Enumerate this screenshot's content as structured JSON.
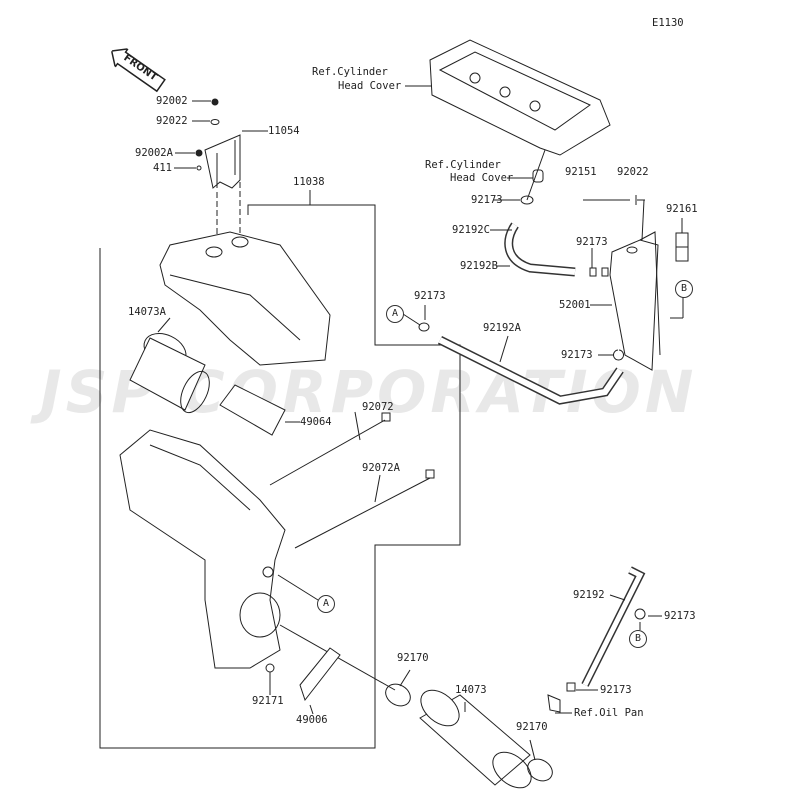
{
  "diagram_code": "E1130",
  "front_badge": "FRONT",
  "watermark": "JSP CORPORATION",
  "labels": {
    "ref_head_cover_top_1": "Ref.Cylinder",
    "ref_head_cover_top_2": "Head Cover",
    "p92002": "92002",
    "p92022a": "92022",
    "p92002A": "92002A",
    "p411": "411",
    "p11054": "11054",
    "p11038": "11038",
    "p14073A": "14073A",
    "p49064": "49064",
    "p92072": "92072",
    "p92072A": "92072A",
    "ref_head_cover_mid_1": "Ref.Cylinder",
    "ref_head_cover_mid_2": "Head Cover",
    "p92151": "92151",
    "p92022b": "92022",
    "p92161": "92161",
    "p92173a": "92173",
    "p92192C": "92192C",
    "p92173b": "92173",
    "p92192B": "92192B",
    "p52001": "52001",
    "p92173c": "92173",
    "p92192A": "92192A",
    "p92173d": "92173",
    "p92192": "92192",
    "p92173e": "92173",
    "p92173f": "92173",
    "ref_oil_pan": "Ref.Oil Pan",
    "p92170a": "92170",
    "p14073": "14073",
    "p92170b": "92170",
    "p92171": "92171",
    "p49006": "49006"
  },
  "markers": {
    "a1": "A",
    "b1": "B",
    "a2": "A",
    "b2": "B"
  }
}
